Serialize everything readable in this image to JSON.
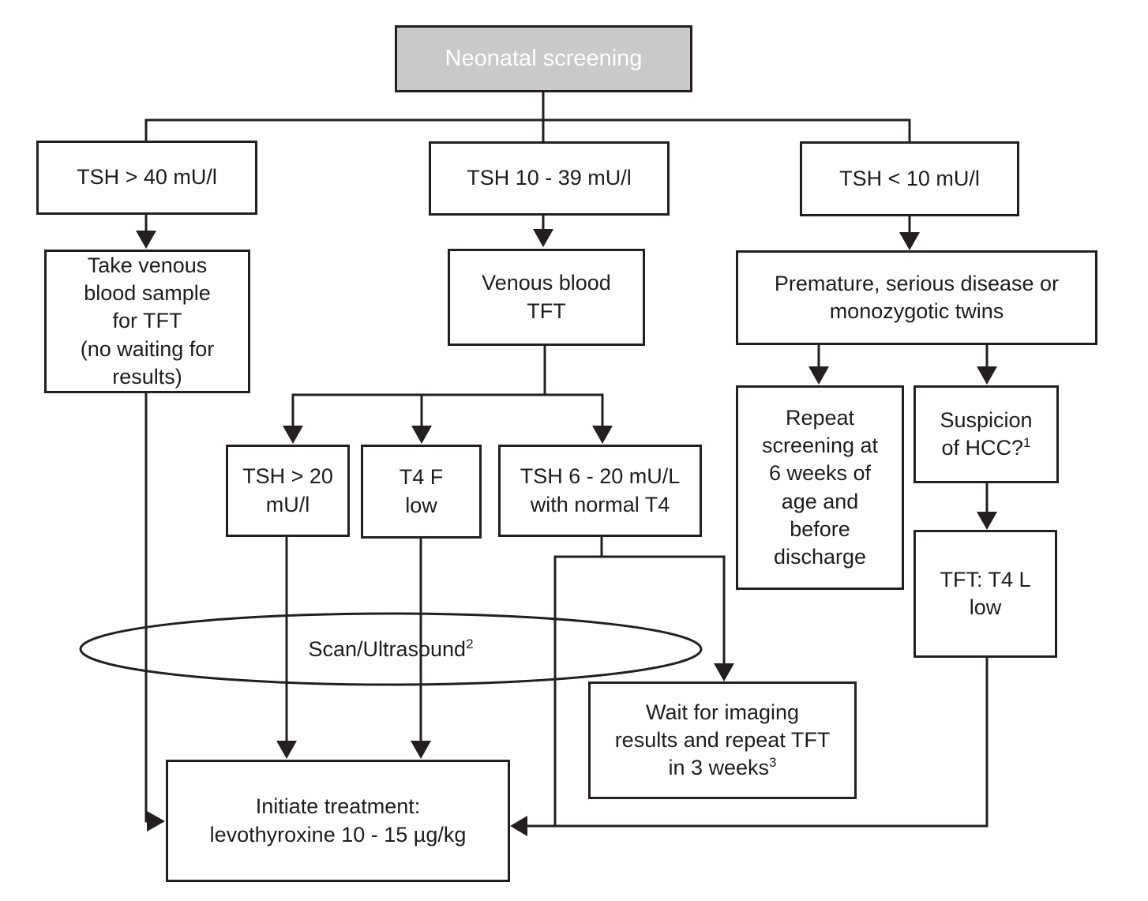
{
  "diagram": {
    "background": "#ffffff",
    "colors": {
      "line": "#231f20",
      "box_border": "#231f20",
      "box_fill": "#ffffff",
      "header_fill": "#c9c9c9",
      "header_text": "#ffffff",
      "text": "#1d1d1d"
    },
    "nodes": {
      "neonatal_screening": {
        "text": "Neonatal screening"
      },
      "tsh_gt_40": {
        "text": "TSH > 40 mU/l"
      },
      "tsh_10_39": {
        "text": "TSH 10 - 39 mU/l"
      },
      "tsh_lt_10": {
        "text": "TSH < 10 mU/l"
      },
      "take_venous": {
        "text": "Take venous\nblood sample\nfor TFT\n(no waiting for\nresults)"
      },
      "venous_blood_tft": {
        "text": "Venous blood\nTFT"
      },
      "premature": {
        "text": "Premature, serious disease or\nmonozygotic twins"
      },
      "tsh_gt_20": {
        "text": "TSH > 20\nmU/l"
      },
      "t4_f_low": {
        "text": "T4 F\nlow"
      },
      "tsh_6_20": {
        "text": "TSH 6 - 20 mU/L\nwith normal T4"
      },
      "repeat_screening": {
        "text": "Repeat\nscreening at\n6 weeks of\nage and\nbefore\ndischarge"
      },
      "suspicion_hcc": {
        "text": "Suspicion\nof HCC?",
        "footnote": "1"
      },
      "tft_t4_low": {
        "text": "TFT: T4 L\nlow"
      },
      "scan_ultrasound": {
        "text": "Scan/Ultrasound",
        "footnote": "2"
      },
      "wait_imaging": {
        "text": "Wait for imaging\nresults and repeat TFT\nin 3 weeks",
        "footnote": "3"
      },
      "initiate_treatment": {
        "text": "Initiate treatment:\nlevothyroxine 10 - 15 µg/kg"
      }
    }
  }
}
